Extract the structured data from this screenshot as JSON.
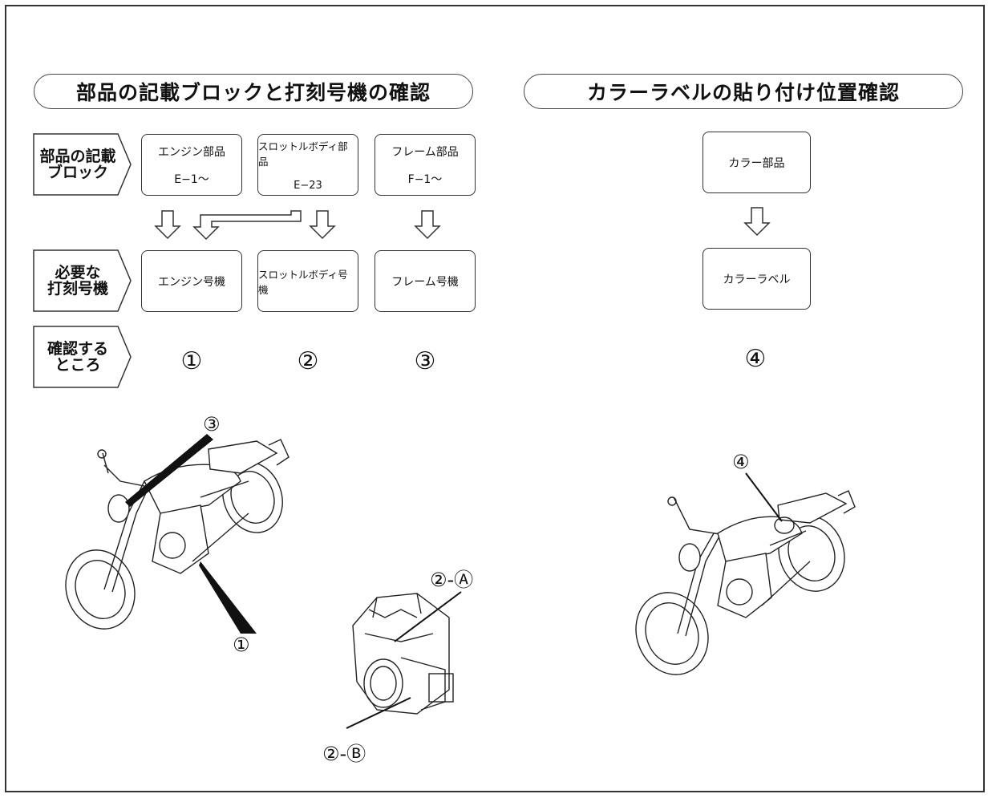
{
  "left_title": "部品の記載ブロックと打刻号機の確認",
  "right_title": "カラーラベルの貼り付け位置確認",
  "row_labels": {
    "block": "部品の記載\nブロック",
    "stamp": "必要な\n打刻号機",
    "check": "確認する\nところ"
  },
  "part_blocks": [
    {
      "title": "エンジン部品",
      "code": "E−1〜"
    },
    {
      "title": "スロットルボディ部品",
      "code": "E−23"
    },
    {
      "title": "フレーム部品",
      "code": "F−1〜"
    }
  ],
  "stamp_boxes": [
    "エンジン号機",
    "スロットルボディ号機",
    "フレーム号機"
  ],
  "check_marks": [
    "①",
    "②",
    "③"
  ],
  "color_part": "カラー部品",
  "color_label": "カラーラベル",
  "color_mark": "④",
  "callouts": {
    "frame": "③",
    "engine": "①",
    "throttle_a": "②-Ⓐ",
    "throttle_b": "②-Ⓑ",
    "color": "④"
  }
}
